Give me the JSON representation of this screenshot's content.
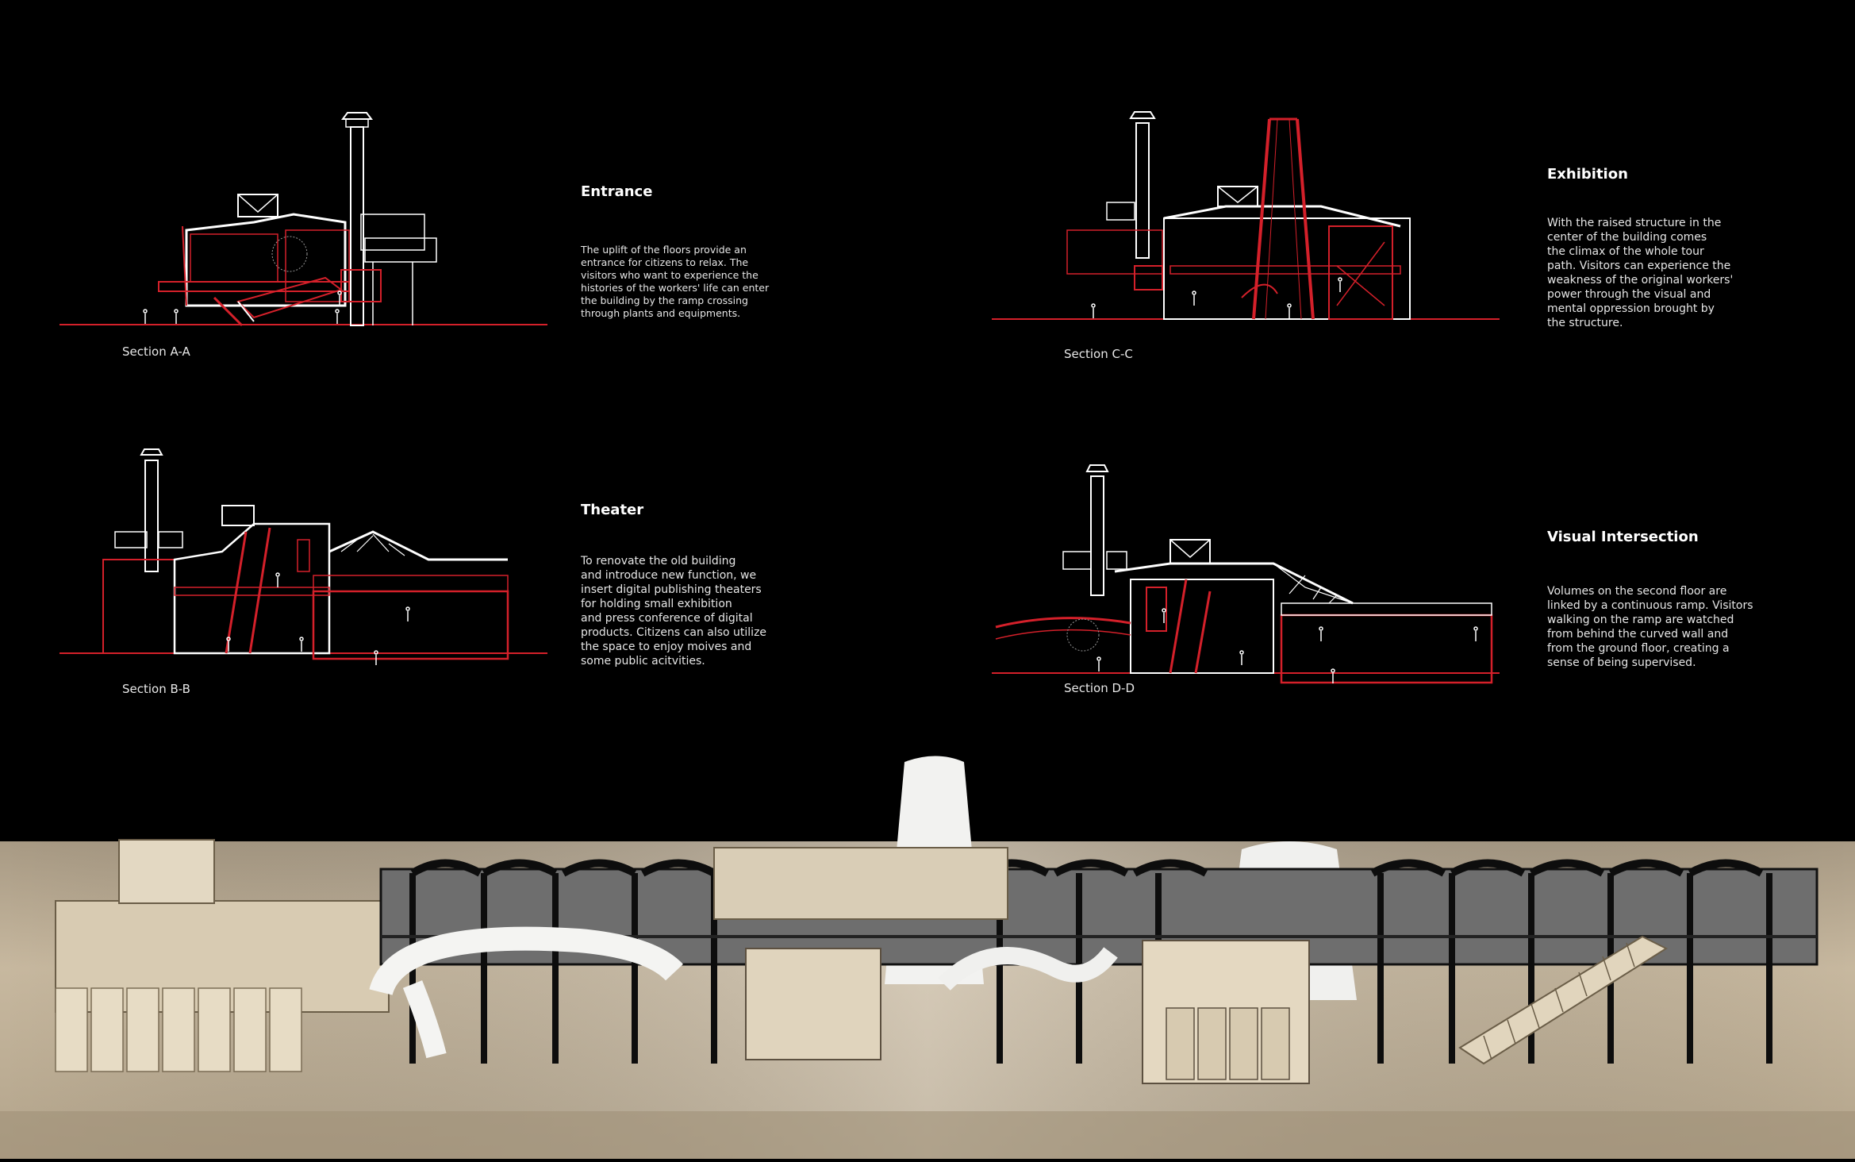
{
  "sections": [
    {
      "caption": "Section A-A",
      "heading": "Entrance",
      "text": "The uplift of the floors provide an\nentrance for citizens to relax. The\nvisitors who want to experience the\nhistories of the workers' life can enter\nthe building by the ramp crossing\nthrough plants and equipments."
    },
    {
      "caption": "Section C-C",
      "heading": "Exhibition",
      "text": "With the raised structure in the\ncenter of the building comes\nthe climax of the whole tour\npath. Visitors can experience the\nweakness of the original workers'\npower through the visual and\nmental oppression brought by\nthe structure."
    },
    {
      "caption": "Section B-B",
      "heading": "Theater",
      "text": "To renovate the old building\nand introduce new function, we\ninsert digital publishing theaters\nfor holding small exhibition\nand press conference of digital\nproducts. Citizens can also utilize\nthe space to enjoy moives and\nsome public acitvities."
    },
    {
      "caption": "Section D-D",
      "heading": "Visual Intersection",
      "text": "Volumes on the second floor are\nlinked by a continuous ramp. Visitors\nwalking on the ramp are watched\nfrom behind the curved wall and\nfrom the ground floor, creating a\nsense of being supervised."
    }
  ],
  "colors": {
    "background": "#000000",
    "accent": "#d4202a",
    "line": "#ffffff",
    "model_base": "#c8b9a1"
  }
}
